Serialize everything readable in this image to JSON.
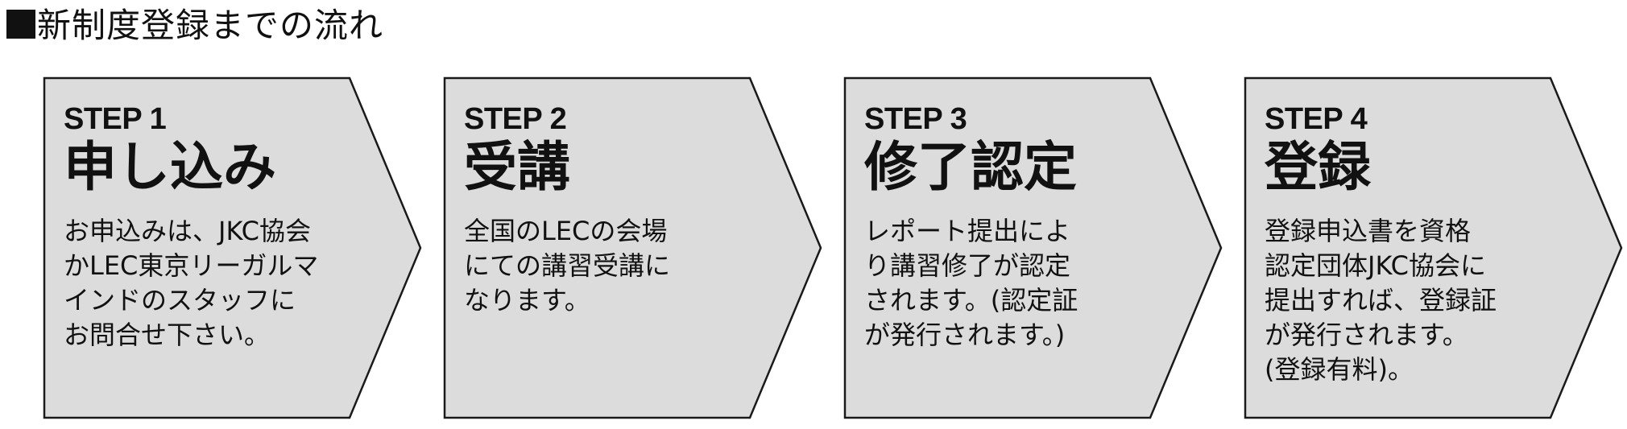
{
  "title": "■新制度登録までの流れ",
  "title_text": "新制度登録までの流れ",
  "colors": {
    "box_fill": "#dcdcdc",
    "box_stroke": "#1a1a1a",
    "text": "#111111"
  },
  "steps": [
    {
      "label": "STEP 1",
      "name": "申し込み",
      "lines": [
        "お申込みは、JKC協会",
        "かLEC東京リーガルマ",
        "インドのスタッフに",
        "お問合せ下さい。"
      ]
    },
    {
      "label": "STEP 2",
      "name": "受講",
      "lines": [
        "全国のLECの会場",
        "にての講習受講に",
        "なります。"
      ]
    },
    {
      "label": "STEP 3",
      "name": "修了認定",
      "lines": [
        "レポート提出によ",
        "り講習修了が認定",
        "されます。(認定証",
        "が発行されます。)"
      ]
    },
    {
      "label": "STEP 4",
      "name": "登録",
      "lines": [
        "登録申込書を資格",
        "認定団体JKC協会に",
        "提出すれば、登録証",
        "が発行されます。",
        "(登録有料)。"
      ]
    }
  ]
}
